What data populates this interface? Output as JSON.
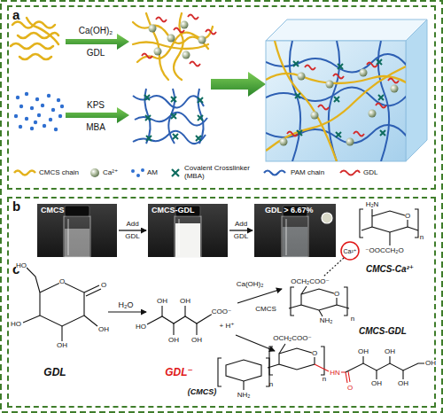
{
  "diagram": {
    "nodes": [
      {
        "text": [
          "a"
        ]
      },
      {
        "text": [
          "b",
          "c"
        ]
      },
      {
        "text": [
          "CMCS"
        ],
        "in": 1
      },
      {
        "text": [
          "CMCS-GDL"
        ],
        "in": 1
      },
      {
        "text": [
          "GDL > 6.67%"
        ],
        "in": 1
      }
    ],
    "edges": [
      {
        "from": 2,
        "to": 3,
        "arrow": "to",
        "label": "Add GDL"
      },
      {
        "from": 3,
        "to": 4,
        "arrow": "to",
        "label": "Add GDL"
      }
    ],
    "labels": [
      "Ca(OH)₂",
      "GDL",
      "KPS",
      "MBA",
      "HO",
      "O",
      "O",
      "HO",
      "OH",
      "OH",
      "GDL",
      "H₂O",
      "HO",
      "OH",
      "OH",
      "OH",
      "OH",
      "COO⁻",
      "+ H⁺",
      "GDL⁻",
      "Ca(OH)₂",
      "CMCS",
      "H₂N",
      "O",
      "n",
      "⁻OOCCH₂O",
      "Ca²⁺",
      "CMCS-Ca²⁺",
      "OCH₂COO⁻",
      "O",
      "NH₂",
      "n",
      "OCH₂COO⁻",
      "O",
      "HN",
      "O",
      "OH",
      "OH",
      "OH",
      "OH",
      "OH",
      "n",
      "CMCS-GDL",
      "n",
      "NH₂",
      "(CMCS)"
    ],
    "legend": [
      {
        "text": "CMCS chain"
      },
      {
        "text": "Ca²⁺"
      },
      {
        "text": "AM"
      },
      {
        "text": "Covalent Crosslinker (MBA)"
      },
      {
        "text": "PAM chain"
      },
      {
        "text": "GDL"
      }
    ]
  }
}
